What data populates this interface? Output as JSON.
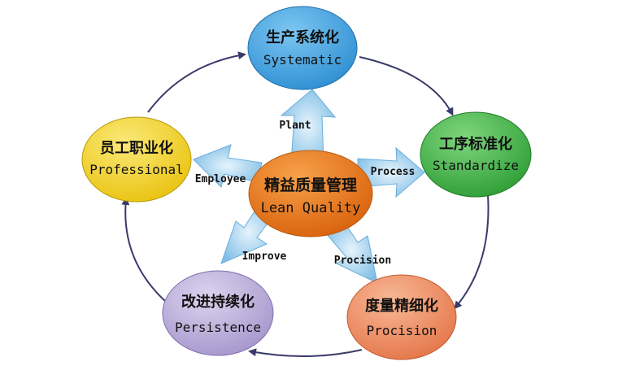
{
  "center": {
    "cn": "精益质量管理",
    "en": "Lean Quality",
    "color": "#E8761A"
  },
  "nodes": [
    {
      "id": "systematic",
      "cn": "生产系统化",
      "en": "Systematic",
      "color": "#3EA6E6"
    },
    {
      "id": "standardize",
      "cn": "工序标准化",
      "en": "Standardize",
      "color": "#3FB244"
    },
    {
      "id": "procision",
      "cn": "度量精细化",
      "en": "Procision",
      "color": "#F08D5B"
    },
    {
      "id": "persistence",
      "cn": "改进持续化",
      "en": "Persistence",
      "color": "#B7A9D6"
    },
    {
      "id": "professional",
      "cn": "员工职业化",
      "en": "Professional",
      "color": "#F2D31B"
    }
  ],
  "arrow_labels": {
    "plant": "Plant",
    "process": "Process",
    "procision": "Procision",
    "improve": "Improve",
    "employee": "Employee"
  },
  "colors": {
    "cycle": "#3A3A6A",
    "spoke": "#8CC8EE"
  }
}
